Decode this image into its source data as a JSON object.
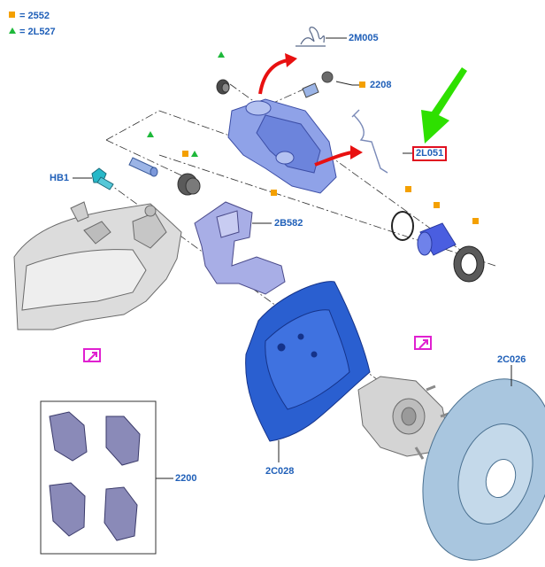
{
  "legend": {
    "square": {
      "symbol": "square",
      "color": "#f4a000",
      "label": "= 2552"
    },
    "triangle": {
      "symbol": "triangle",
      "color": "#1eb83a",
      "label": "= 2L527"
    }
  },
  "callouts": {
    "spring": "2M005",
    "bolt_2208": "2208",
    "clip": "2L051",
    "hb1": "HB1",
    "bracket": "2B582",
    "disc": "2C026",
    "shield": "2C028",
    "pads": "2200"
  },
  "colors": {
    "label": "#1f5fb8",
    "part_blue": "#8fa2e8",
    "shield_blue": "#2a5fd0",
    "disc_blue": "#a9c6df",
    "highlight_box": "#e01020",
    "pointer_arrow": "#2ee000",
    "rotate_arrow": "#e81010",
    "reference_box": "#e020d0"
  }
}
